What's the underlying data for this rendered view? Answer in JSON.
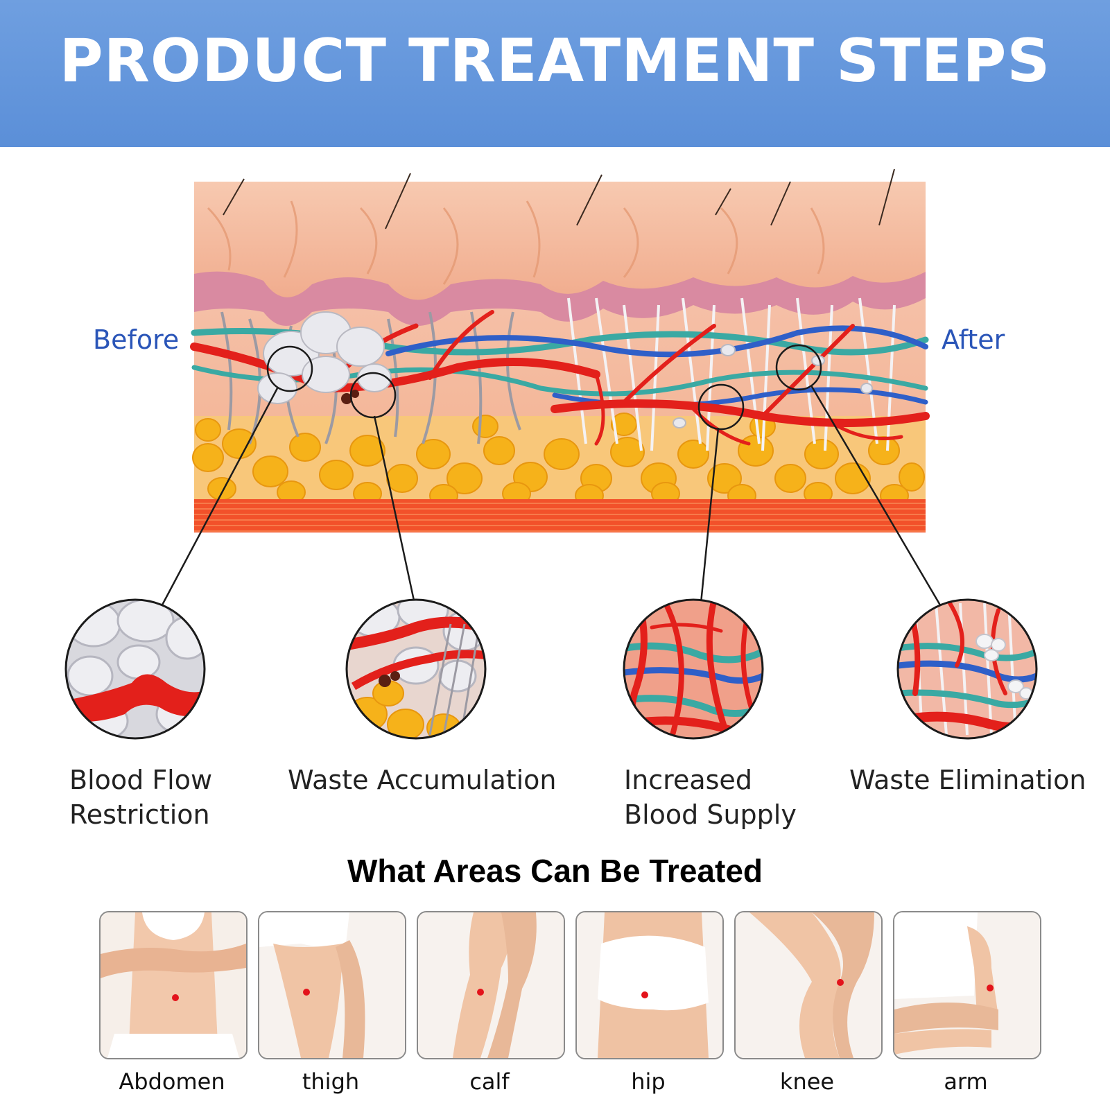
{
  "header": {
    "title": "PRODUCT TREATMENT STEPS"
  },
  "diagram": {
    "before_label": "Before",
    "after_label": "After"
  },
  "steps": [
    {
      "label": "Blood Flow\nRestriction"
    },
    {
      "label": "Waste Accumulation"
    },
    {
      "label": "Increased\nBlood Supply"
    },
    {
      "label": "Waste Elimination"
    }
  ],
  "areas": {
    "title": "What Areas Can Be Treated",
    "items": [
      {
        "label": "Abdomen"
      },
      {
        "label": "thigh"
      },
      {
        "label": "calf"
      },
      {
        "label": "hip"
      },
      {
        "label": "knee"
      },
      {
        "label": "arm"
      }
    ]
  },
  "colors": {
    "banner": "#5b8fd8",
    "label_blue": "#2a55b8",
    "blood_red": "#e3201b",
    "fat_yellow": "#f6b21a",
    "vein_blue": "#2f5fc8",
    "lymph_teal": "#3aa9a3",
    "treatment_dot": "#e3131b"
  }
}
